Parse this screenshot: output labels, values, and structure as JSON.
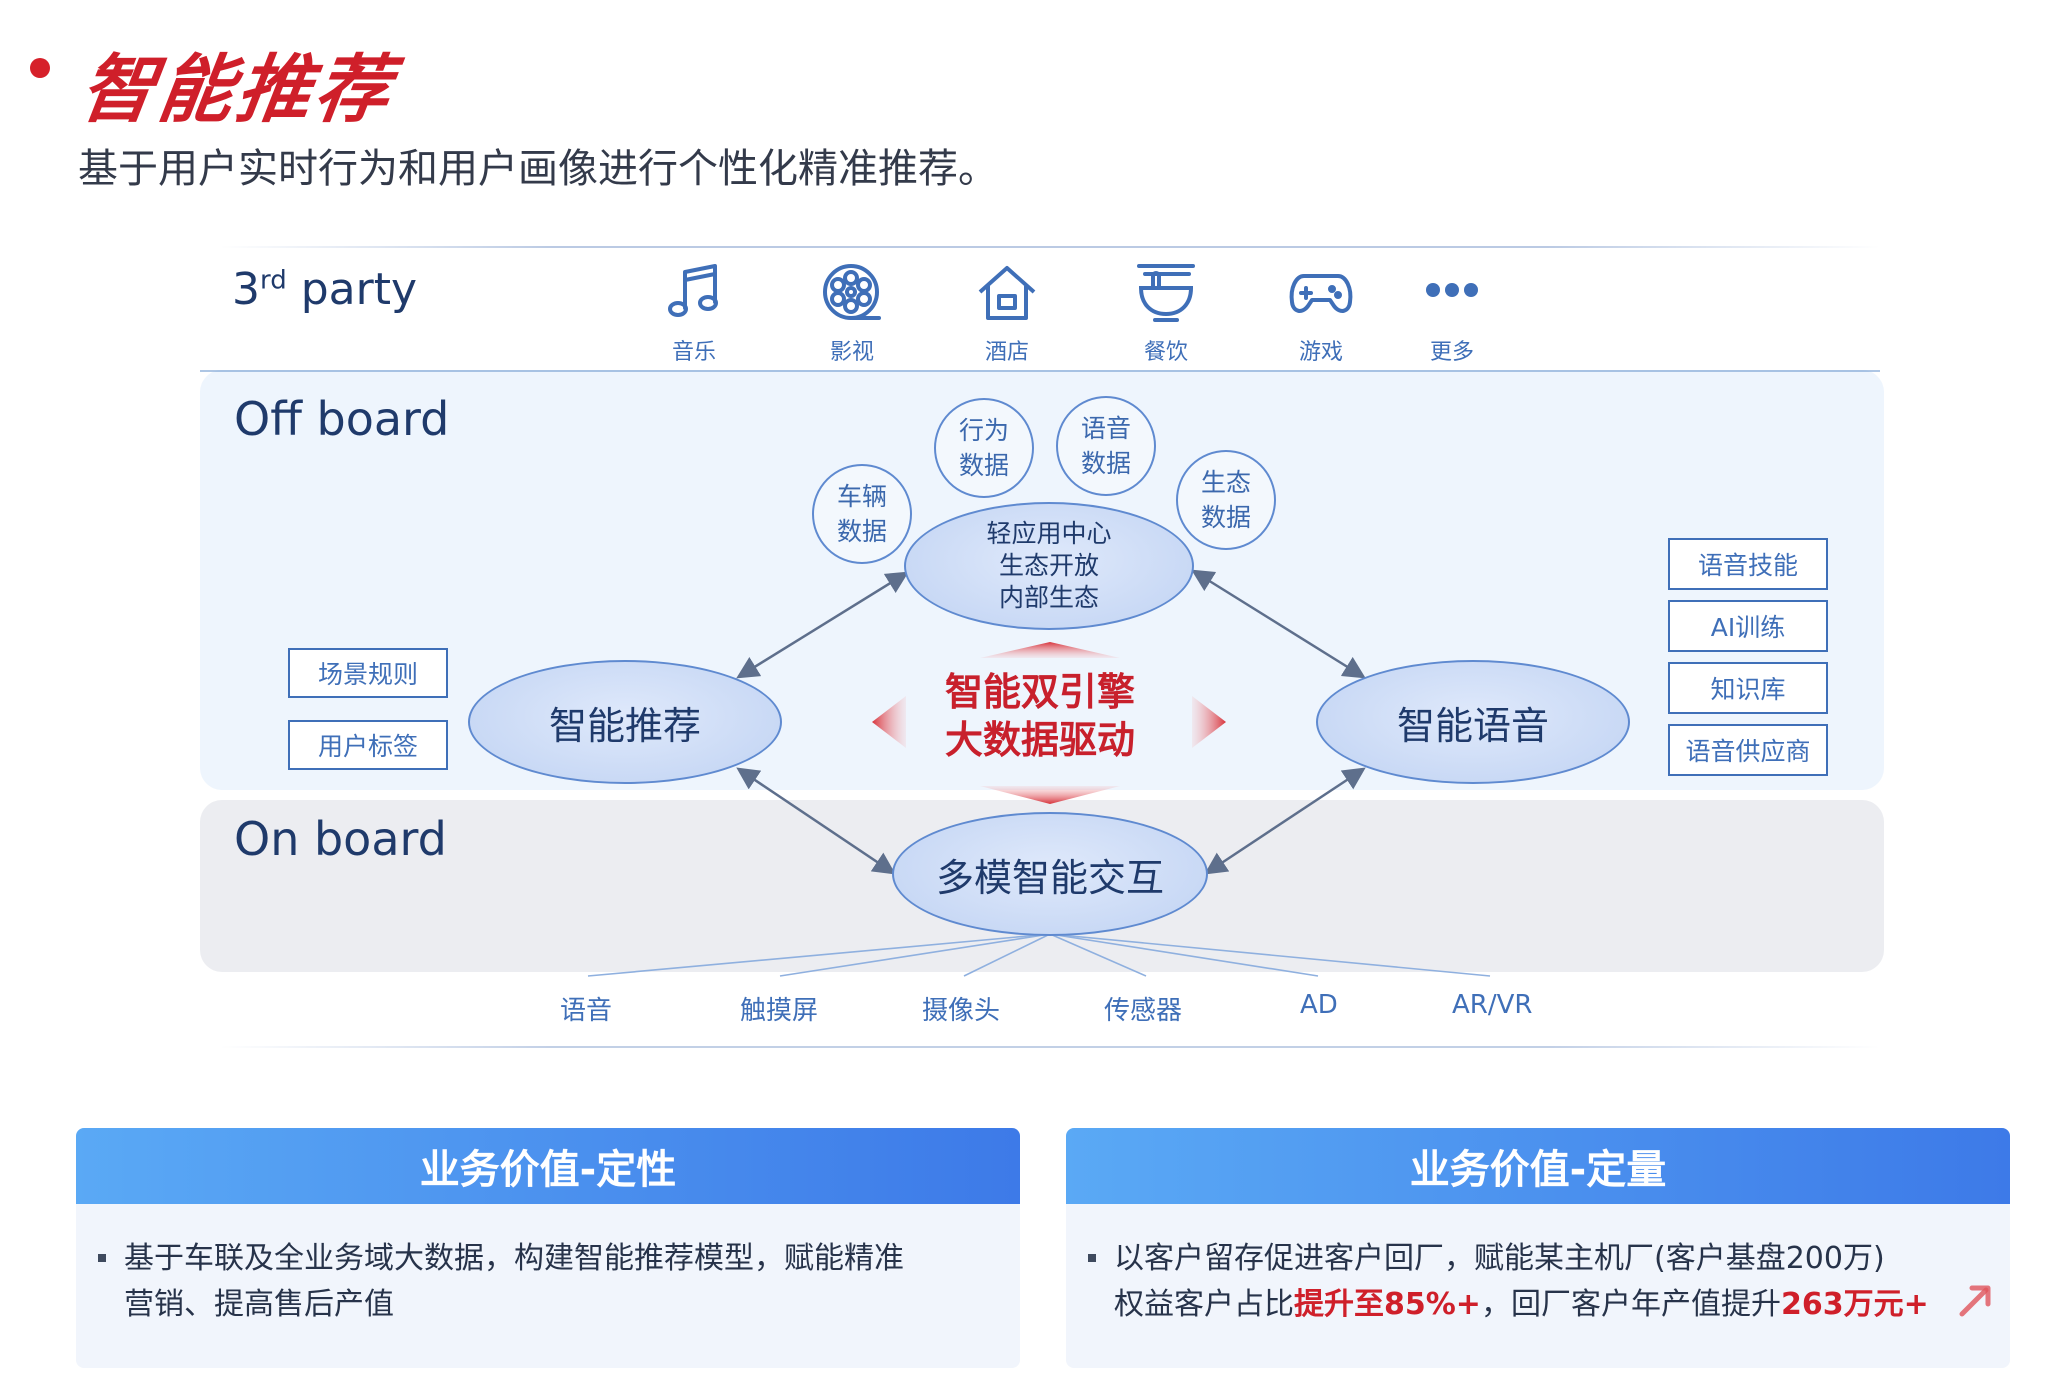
{
  "header": {
    "title": "智能推荐",
    "subtitle": "基于用户实时行为和用户画像进行个性化精准推荐。"
  },
  "third_party": {
    "label_prefix": "3",
    "label_sup": "rd",
    "label_suffix": " party",
    "items": [
      {
        "label": "音乐",
        "icon": "music-note-icon"
      },
      {
        "label": "影视",
        "icon": "film-reel-icon"
      },
      {
        "label": "酒店",
        "icon": "house-icon"
      },
      {
        "label": "餐饮",
        "icon": "noodle-bowl-icon"
      },
      {
        "label": "游戏",
        "icon": "gamepad-icon"
      },
      {
        "label": "更多",
        "icon": "more-dots-icon"
      }
    ]
  },
  "offboard": {
    "label": "Off board",
    "data_circles": [
      {
        "line1": "车辆",
        "line2": "数据"
      },
      {
        "line1": "行为",
        "line2": "数据"
      },
      {
        "line1": "语音",
        "line2": "数据"
      },
      {
        "line1": "生态",
        "line2": "数据"
      }
    ],
    "hub": {
      "line1": "轻应用中心",
      "line2": "生态开放",
      "line3": "内部生态"
    },
    "left_node": "智能推荐",
    "right_node": "智能语音",
    "left_tags": [
      "场景规则",
      "用户标签"
    ],
    "right_tags": [
      "语音技能",
      "AI训练",
      "知识库",
      "语音供应商"
    ],
    "engine_line1": "智能双引擎",
    "engine_line2": "大数据驱动"
  },
  "onboard": {
    "label": "On board",
    "node": "多模智能交互",
    "inputs": [
      "语音",
      "触摸屏",
      "摄像头",
      "传感器",
      "AD",
      "AR/VR"
    ]
  },
  "cards": [
    {
      "title": "业务价值-定性",
      "line1": "基于车联及全业务域大数据，构建智能推荐模型，赋能精准",
      "line2": "营销、提高售后产值"
    },
    {
      "title": "业务价值-定量",
      "line1": "以客户留存促进客户回厂，赋能某主机厂(客户基盘200万)",
      "line2_a": "权益客户占比",
      "line2_hl1": "提升至85%+",
      "line2_b": "，回厂客户年产值提升",
      "line2_hl2": "263万元+"
    }
  ],
  "colors": {
    "accent_red": "#cf1f2a",
    "primary_blue": "#3f6fb8",
    "dark_navy": "#1f3a6b"
  }
}
